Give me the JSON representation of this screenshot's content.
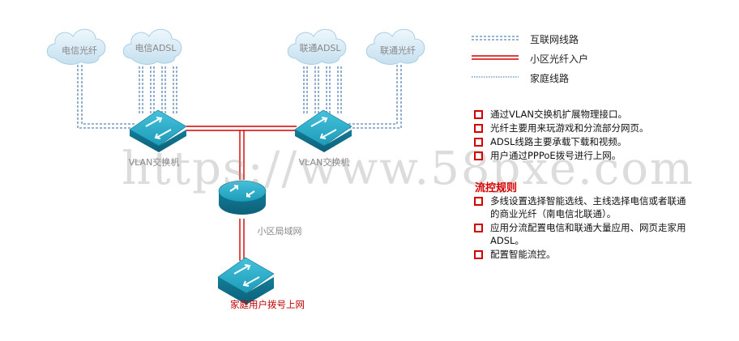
{
  "diagram": {
    "clouds": {
      "telecom_fiber": "电信光纤",
      "telecom_adsl": "电信ADSL",
      "unicom_adsl": "联通ADSL",
      "unicom_fiber": "联通光纤"
    },
    "switch_left": "VLAN交换机",
    "switch_right": "VLAN交换机",
    "core_router": "小区局域网",
    "home_switch": "家庭用户拨号上网"
  },
  "legend": [
    {
      "label": "互联网线路",
      "style": "double-dashed-blue"
    },
    {
      "label": "小区光纤入户",
      "style": "double-solid-red"
    },
    {
      "label": "家庭线路",
      "style": "dotted-blue"
    }
  ],
  "notes": [
    "通过VLAN交换机扩展物理接口。",
    "光纤主要用来玩游戏和分流部分网页。",
    "ADSL线路主要承载下载和视频。",
    "用户通过PPPoE拨号进行上网。"
  ],
  "rules_title": "流控规则",
  "rules": [
    "多线设置选择智能选线、主线选择电信或者联通的商业光纤（南电信北联通）。",
    "应用分流配置电信和联通大量应用、网页走家用ADSL。",
    "配置智能流控。"
  ],
  "watermark": "https://www.58pxe.com",
  "colors": {
    "blue_line": "#5b86b8",
    "red_line": "#d40000",
    "device_teal": "#1d9bb8",
    "cloud_fill": "#cfe6f2"
  }
}
